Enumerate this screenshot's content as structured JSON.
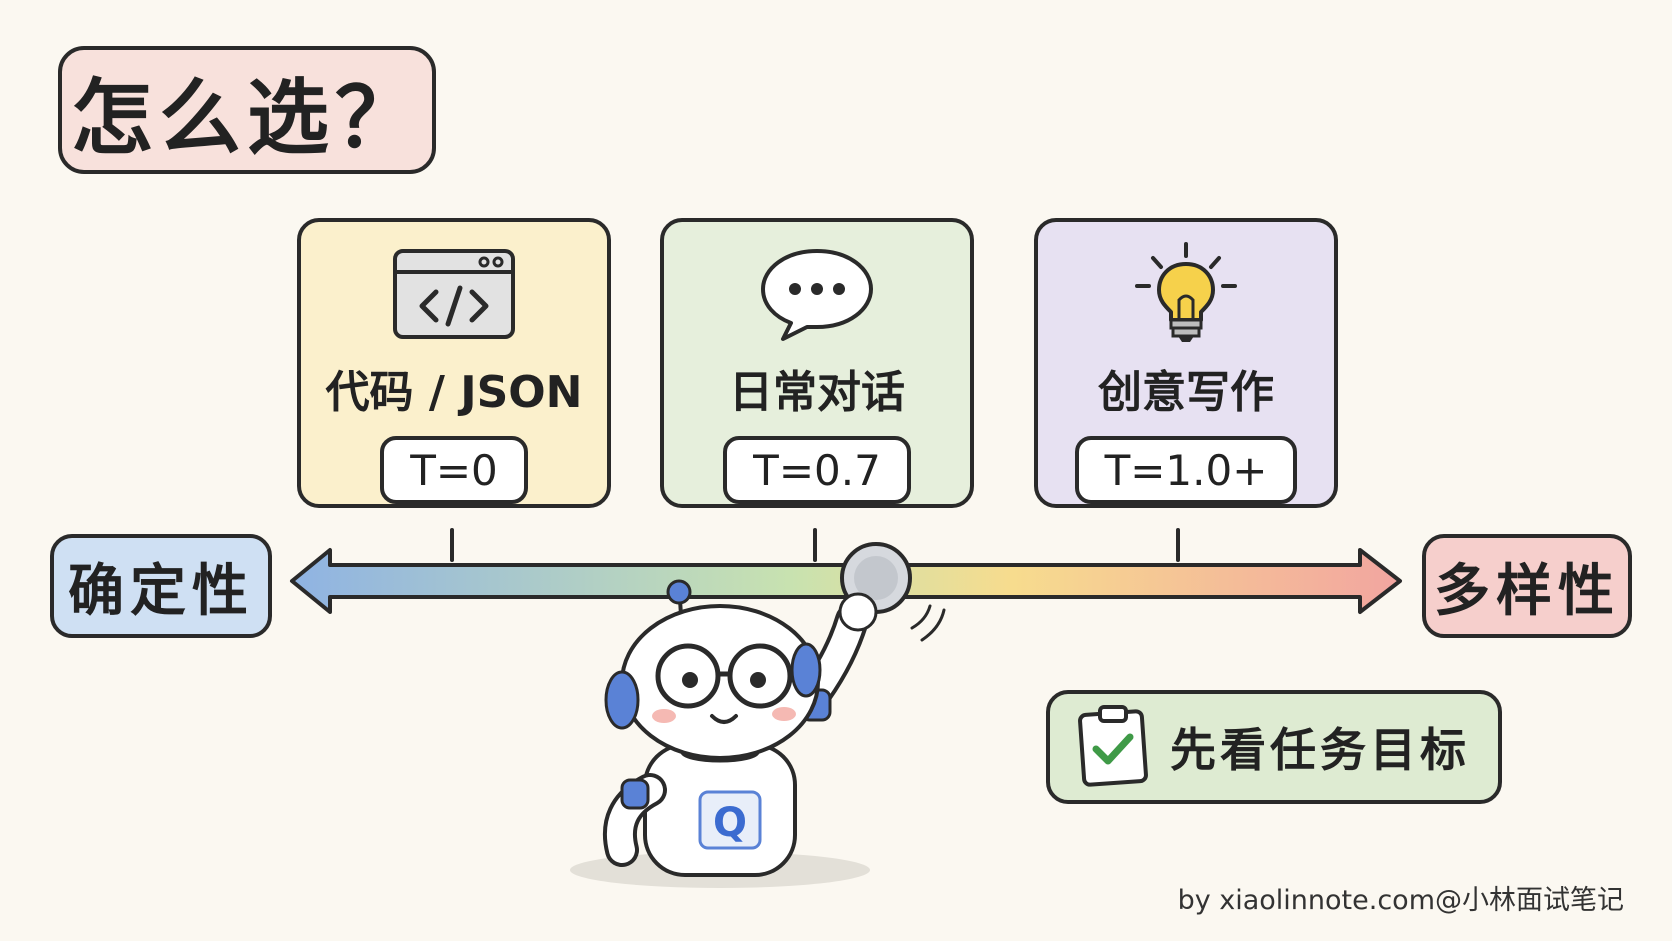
{
  "title": "怎么选？",
  "cards": [
    {
      "label": "代码 / JSON",
      "temp": "T=0",
      "icon": "code-window-icon",
      "color": "#fbf0cc"
    },
    {
      "label": "日常对话",
      "temp": "T=0.7",
      "icon": "speech-bubble-icon",
      "color": "#e6efdc"
    },
    {
      "label": "创意写作",
      "temp": "T=1.0+",
      "icon": "lightbulb-icon",
      "color": "#e7e1f2"
    }
  ],
  "axis": {
    "left_label": "确定性",
    "right_label": "多样性",
    "gradient_colors": [
      "#8fb3e3",
      "#c8e2b0",
      "#f7dc8e",
      "#f2a5a0"
    ]
  },
  "goal": {
    "text": "先看任务目标",
    "icon": "clipboard-check-icon"
  },
  "mascot": {
    "badge": "Q",
    "icon": "robot-mascot-icon"
  },
  "credit": "by xiaolinnote.com@小林面试笔记"
}
